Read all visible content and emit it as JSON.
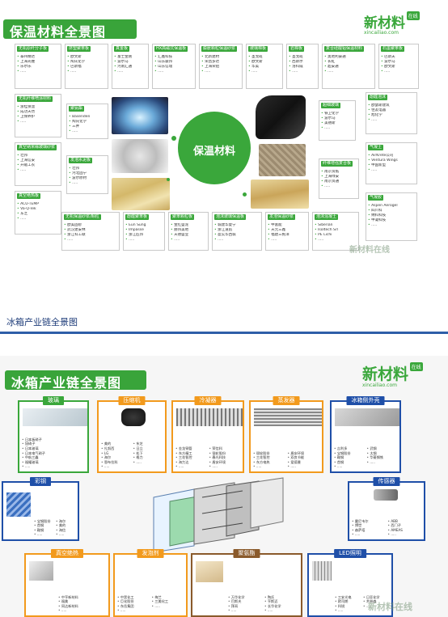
{
  "colors": {
    "green": "#3aa73b",
    "blue": "#1f4fa8",
    "orange": "#f29a1d",
    "brown": "#8a5a2b",
    "navy": "#2e5ea8"
  },
  "panel1": {
    "title": "保温材料全景图",
    "logo_main": "新材料",
    "logo_badge": "在线",
    "logo_url": "xincailiao.com",
    "center_label": "保温材料",
    "watermark": "新材料在线",
    "categories": [
      {
        "title": "无机原纤分子板",
        "items": [
          "泰州精达",
          "上海光维",
          "乐尔乐",
          "....."
        ]
      },
      {
        "title": "挤塑聚苯板",
        "items": [
          "欧文斯",
          "陶氏化学",
          "巴斯福",
          "....."
        ]
      },
      {
        "title": "真金板",
        "items": [
          "富士金刚",
          "波尔马",
          "河南汇通",
          "....."
        ]
      },
      {
        "title": "HX高磁式保温板",
        "items": [
          "汇鑫科技",
          "山东骏邦",
          "山东信瑞",
          "....."
        ]
      },
      {
        "title": "膨胀颗粒保温砂浆",
        "items": [
          "北新建材",
          "荣昌多达",
          "上海荣铝",
          "....."
        ]
      },
      {
        "title": "玻璃棉板",
        "items": [
          "圣戈班",
          "欧文斯",
          "华美",
          "....."
        ]
      },
      {
        "title": "岩棉板",
        "items": [
          "圣戈班",
          "西斯尔",
          "洛科威",
          "....."
        ]
      },
      {
        "title": "复合硅酸铝保温材料",
        "items": [
          "奥地利豪通",
          "长虹",
          "超安通",
          "....."
        ]
      },
      {
        "title": "石墨聚苯板",
        "items": [
          "巴斯夫",
          "波尔马",
          "欧文斯",
          "....."
        ]
      },
      {
        "title": "无机纤维喷涂材料",
        "items": [
          "浙桂保温",
          "成功天然",
          "卫保养护",
          "....."
        ]
      },
      {
        "title": "聚氨酯",
        "items": [
          "Basenden",
          "陶氏化学",
          "三井",
          "....."
        ]
      },
      {
        "title": "超细玻璃",
        "items": [
          "铁卫化学",
          "波尔马",
          "美德斯",
          "....."
        ]
      },
      {
        "title": "酚醛泡沫",
        "items": [
          "欧瑟斯建筑",
          "住友电器",
          "旭化学",
          "....."
        ]
      },
      {
        "title": "真空纳米缘玻璃砂浆",
        "items": [
          "壮邦",
          "上海信安",
          "开敞工农",
          "....."
        ]
      },
      {
        "title": "发泡水泥板",
        "items": [
          "壮邦",
          "河北固宁",
          "波尔原材",
          "....."
        ]
      },
      {
        "title": "纤维增强复合板",
        "items": [
          "南京资纸",
          "上海绿安",
          "南京资通",
          "....."
        ]
      },
      {
        "title": "气凝土",
        "items": [
          "AirKrete公司",
          "Ventura Wings",
          "中国新型",
          "....."
        ]
      },
      {
        "title": "真空绝热板",
        "items": [
          "ACU-TEMP",
          "Va-Q-Tek",
          "东芝",
          "....."
        ]
      },
      {
        "title": "无机保温砂浆/颗粒",
        "items": [
          "欧美固砂",
          "武汉建安林",
          "浙江科工联",
          "....."
        ]
      },
      {
        "title": "酚醛聚苯板",
        "items": [
          "Eun Sung",
          "Impasse",
          "浙江匠邦",
          "....."
        ]
      },
      {
        "title": "聚苯颗粒板",
        "items": [
          "金红盛泥",
          "赫邦美地",
          "天德盛业",
          "....."
        ]
      },
      {
        "title": "泡沫玻璃保温板",
        "items": [
          "城建华夏宁",
          "浙江道航",
          "盈实华西城",
          "....."
        ]
      },
      {
        "title": "发泡保温砂浆",
        "items": [
          "中富能",
          "天元三鑫",
          "福建三拖洋",
          "....."
        ]
      },
      {
        "title": "泡沫混凝土",
        "items": [
          "Siberian",
          "Isoltech Srl",
          "PE Lichi",
          "....."
        ]
      },
      {
        "title": "气凝胶",
        "items": [
          "Aspen Aerogel",
          "四川科",
          "纳科科技",
          "中凝科技",
          "....."
        ]
      }
    ]
  },
  "section2": {
    "title": "冰箱产业链全景图"
  },
  "panel2": {
    "title": "冰箱产业链全景图",
    "logo_main": "新材料",
    "logo_badge": "在线",
    "logo_url": "xincailiao.com",
    "watermark": "新材料在线",
    "boxes": [
      {
        "title": "玻璃",
        "col1": [
          "日本板硝子",
          "旭硝子",
          "日本玻璃",
          "日本电气硝子",
          "中航三鑫",
          "福耀玻璃",
          "....."
        ],
        "col2": []
      },
      {
        "title": "压缩机",
        "col1": [
          "美的",
          "扎努西",
          "LG",
          "海尔",
          "恩布拉科",
          "....."
        ],
        "col2": [
          "东芝",
          "日立",
          "松下",
          "格力",
          "....."
        ]
      },
      {
        "title": "冷凝器",
        "col1": [
          "金龙铜管",
          "东方精工",
          "三花智控",
          "海力达",
          "....."
        ],
        "col2": [
          "荣信科",
          "银轮股份",
          "春光科技",
          "盾安环境",
          "....."
        ]
      },
      {
        "title": "蒸发器",
        "col1": [
          "银轮股份",
          "三花智控",
          "东方电热",
          "....."
        ],
        "col2": [
          "盾安环境",
          "双良节能",
          "爱德曼",
          "....."
        ]
      },
      {
        "title": "冰箱侧外壳",
        "col1": [
          "吉利多",
          "宝钢股份",
          "鞍钢",
          "首钢",
          "....."
        ],
        "col2": [
          "武钢",
          "太钢",
          "华菱钢铁",
          "....."
        ]
      },
      {
        "title": "彩钢",
        "col1": [
          "宝钢股份",
          "首钢",
          "鞍钢",
          "....."
        ],
        "col2": [
          "海尔",
          "美的",
          "海信",
          "....."
        ]
      },
      {
        "title": "传感器",
        "col1": [
          "霍尼韦尔",
          "博世",
          "森萨塔",
          "....."
        ],
        "col2": [
          "ABB",
          "西门子",
          "AMEAS",
          "....."
        ]
      },
      {
        "title": "真空绝热",
        "col1": [
          "中亨新材料",
          "福美",
          "同达新材料",
          "....."
        ],
        "col2": []
      },
      {
        "title": "发泡剂",
        "col1": [
          "中昊化工",
          "巨化股份",
          "东岳集团",
          "....."
        ],
        "col2": [
          "梅兰",
          "三美化工",
          "....."
        ]
      },
      {
        "title": "聚氨酯",
        "col1": [
          "万华化学",
          "巴斯夫",
          "拜耳",
          "....."
        ],
        "col2": [
          "陶氏",
          "亨斯迈",
          "长华化学",
          "....."
        ]
      },
      {
        "title": "LED照明",
        "col1": [
          "三安光电",
          "欧司朗",
          "科锐",
          "....."
        ],
        "col2": [
          "日亚化学",
          "木林森",
          "....."
        ]
      }
    ]
  }
}
